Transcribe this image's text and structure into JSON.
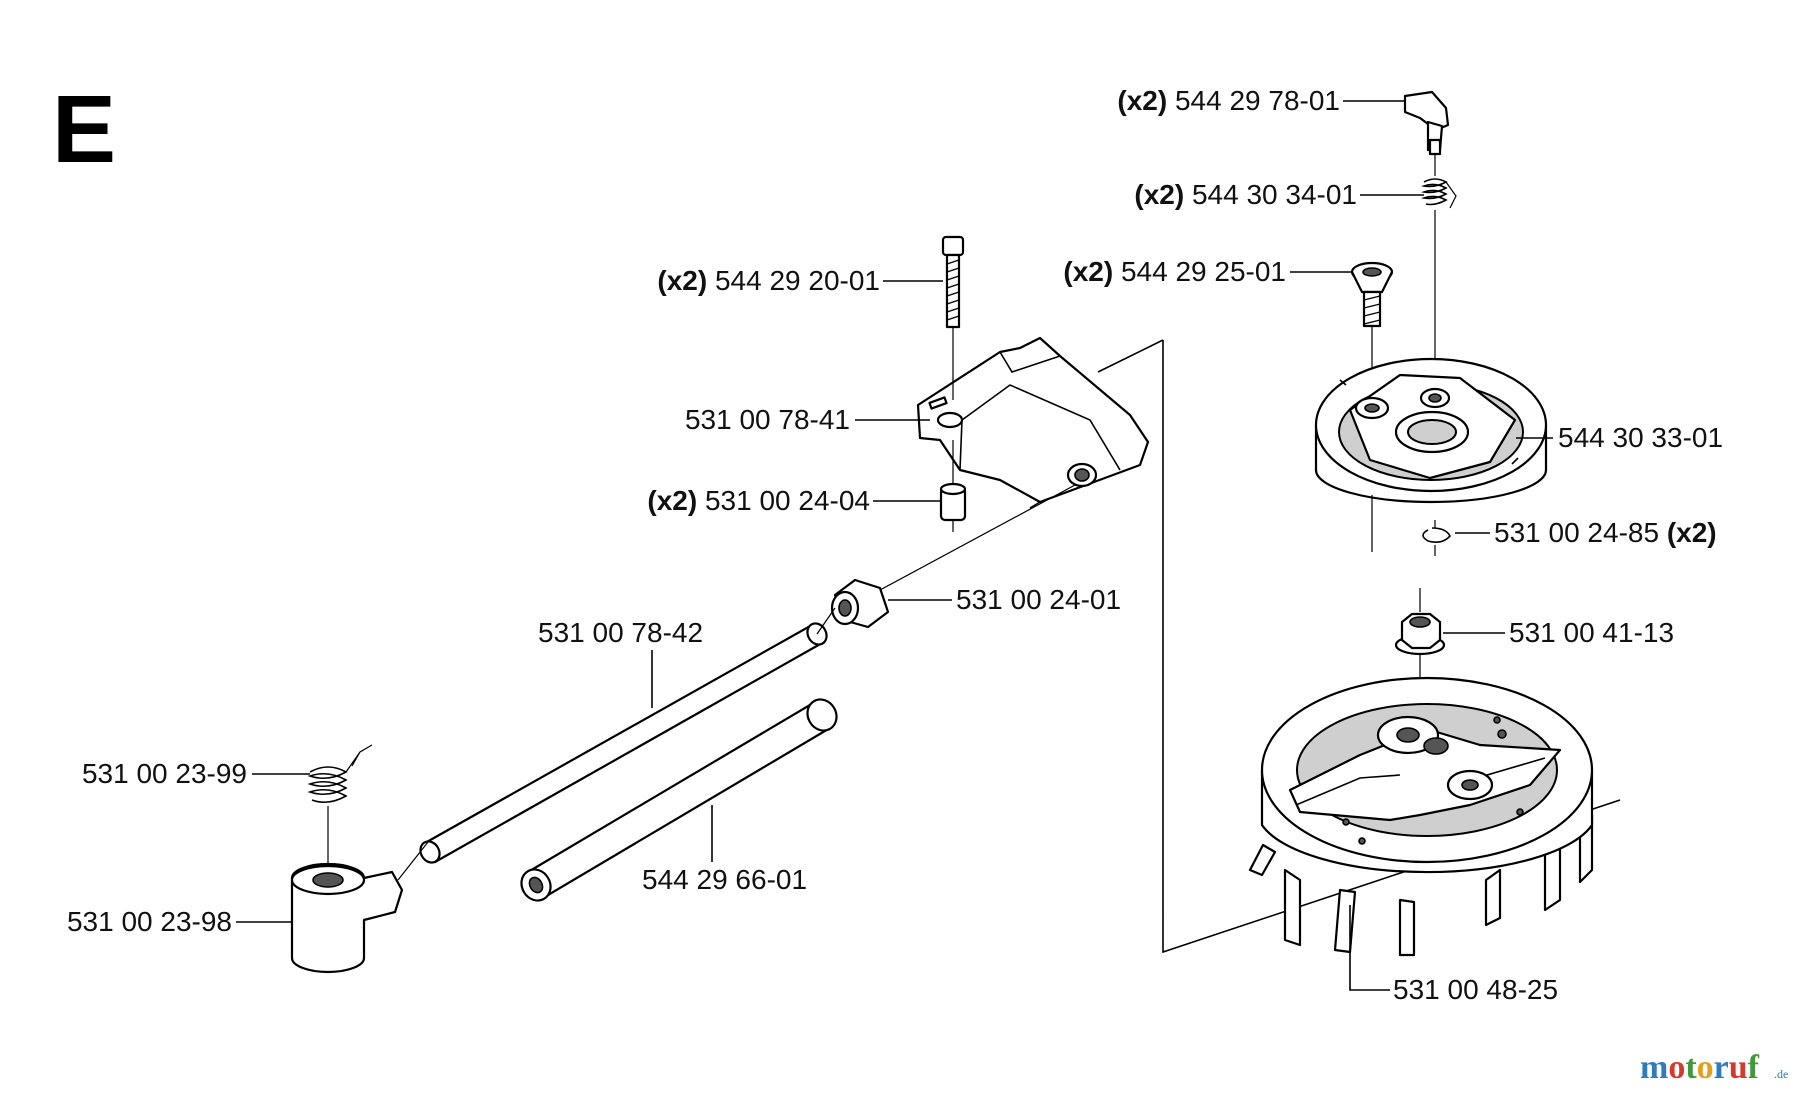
{
  "section_letter": "E",
  "labels": {
    "p544297801": {
      "qty": "(x2)",
      "num": "544 29 78-01"
    },
    "p544303401": {
      "qty": "(x2)",
      "num": "544 30 34-01"
    },
    "p544292501": {
      "qty": "(x2)",
      "num": "544 29 25-01"
    },
    "p544292001": {
      "qty": "(x2)",
      "num": "544 29 20-01"
    },
    "p531007841": {
      "num": "531 00 78-41"
    },
    "p531002404": {
      "qty": "(x2)",
      "num": "531 00 24-04"
    },
    "p544303301": {
      "num": "544 30 33-01"
    },
    "p531002485": {
      "num": "531 00 24-85",
      "qty": "(x2)"
    },
    "p531002401": {
      "num": "531 00 24-01"
    },
    "p531007842": {
      "num": "531 00 78-42"
    },
    "p531004113": {
      "num": "531 00 41-13"
    },
    "p531002399": {
      "num": "531 00 23-99"
    },
    "p544296601": {
      "num": "544 29 66-01"
    },
    "p531002398": {
      "num": "531 00 23-98"
    },
    "p531004825": {
      "num": "531 00 48-25"
    }
  },
  "watermark": {
    "letters": [
      "m",
      "o",
      "t",
      "o",
      "r",
      "u",
      "f"
    ],
    "suffix": ".de",
    "colors": [
      "#2e7bbf",
      "#d43b30",
      "#3f9a3a",
      "#e0a21d",
      "#2e7bbf",
      "#d43b30",
      "#3f9a3a"
    ]
  }
}
